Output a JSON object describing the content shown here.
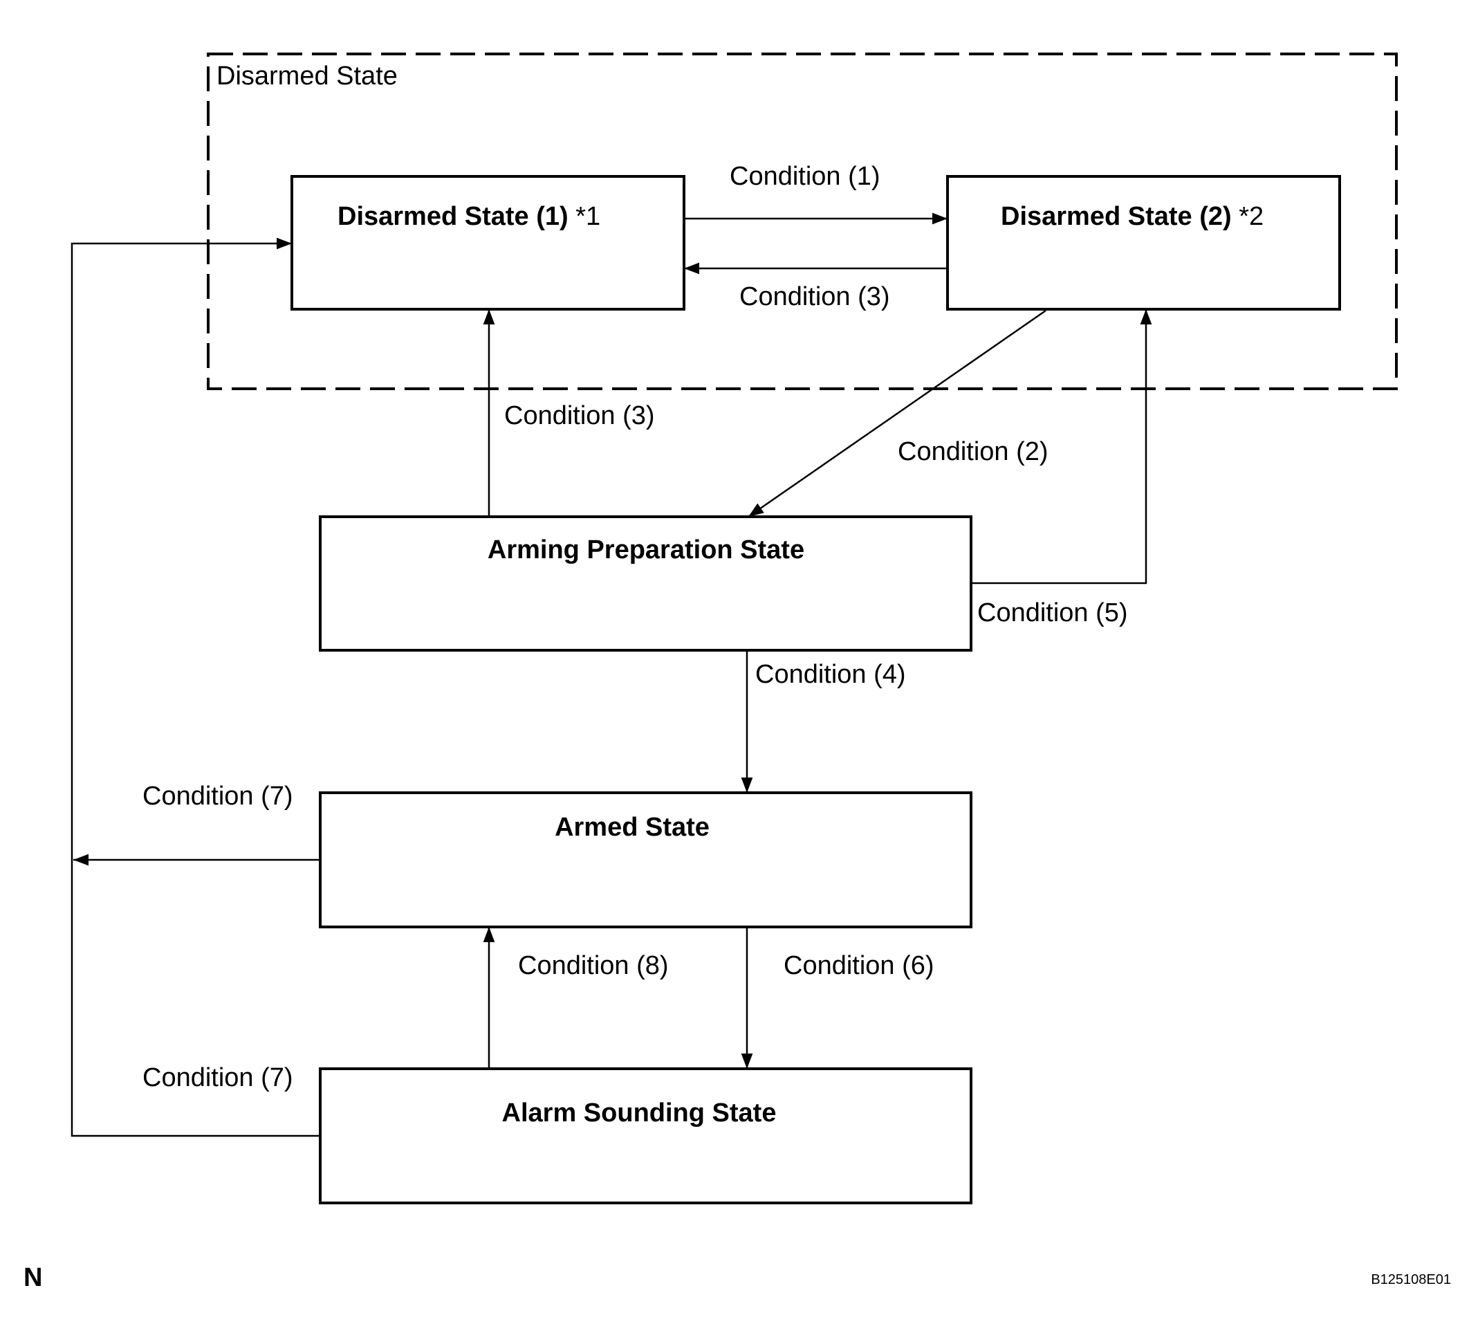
{
  "group_label": "Disarmed State",
  "states": {
    "disarmed1": {
      "name": "Disarmed State (1)",
      "note": "*1"
    },
    "disarmed2": {
      "name": "Disarmed State (2)",
      "note": "*2"
    },
    "arming_prep": {
      "name": "Arming Preparation State"
    },
    "armed": {
      "name": "Armed State"
    },
    "alarm": {
      "name": "Alarm Sounding State"
    }
  },
  "conditions": {
    "c1": "Condition (1)",
    "c3_top": "Condition (3)",
    "c3_left": "Condition (3)",
    "c2": "Condition (2)",
    "c5": "Condition (5)",
    "c4": "Condition (4)",
    "c7_armed": "Condition (7)",
    "c8": "Condition (8)",
    "c6": "Condition (6)",
    "c7_alarm": "Condition (7)"
  },
  "footer": {
    "left_mark": "N",
    "figure_id": "B125108E01"
  }
}
